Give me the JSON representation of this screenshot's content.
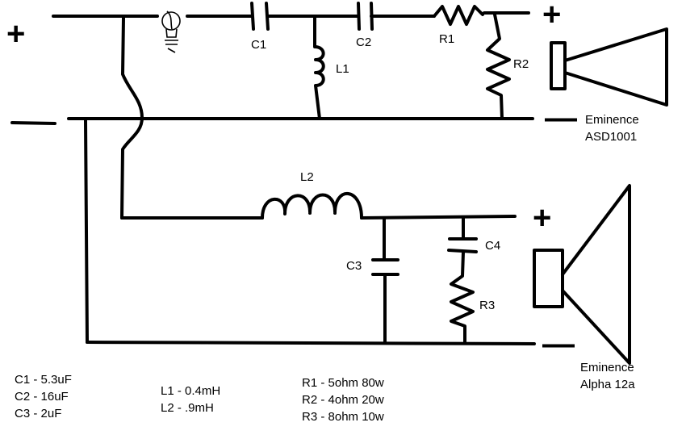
{
  "labels": {
    "C1": "C1",
    "C2": "C2",
    "C3": "C3",
    "C4": "C4",
    "L1": "L1",
    "L2": "L2",
    "R1": "R1",
    "R2": "R2",
    "R3": "R3"
  },
  "input": {
    "plus": "+",
    "minus": "—"
  },
  "tweeter": {
    "plus": "+",
    "minus": "—",
    "name_line1": "Eminence",
    "name_line2": "ASD1001"
  },
  "woofer": {
    "plus": "+",
    "minus": "—",
    "name_line1": "Eminence",
    "name_line2": "Alpha 12a"
  },
  "notes": {
    "capacitors": [
      "C1 - 5.3uF",
      "C2 - 16uF",
      "C3 - 2uF"
    ],
    "inductors": [
      "L1 - 0.4mH",
      "L2 - .9mH"
    ],
    "resistors": [
      "R1 - 5ohm 80w",
      "R2 - 4ohm 20w",
      "R3 - 8ohm 10w"
    ]
  }
}
